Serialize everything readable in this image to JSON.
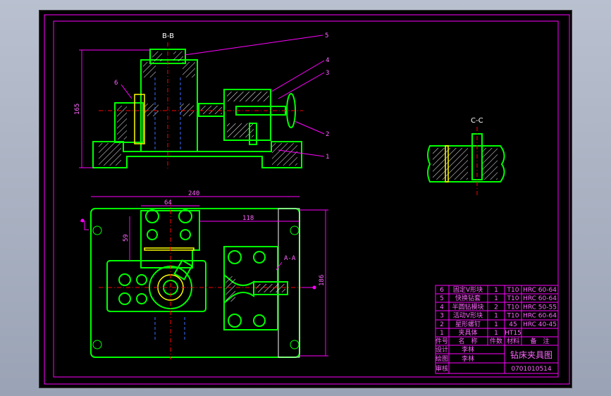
{
  "views": {
    "section_bb": "B-B",
    "section_cc": "C-C",
    "section_aa": "A-A"
  },
  "dimensions": {
    "height_165": "165",
    "width_240": "240",
    "width_64": "64",
    "width_118": "118",
    "height_59": "59",
    "height_186": "186"
  },
  "callouts": [
    "1",
    "2",
    "3",
    "4",
    "5",
    "6"
  ],
  "parts_table": {
    "rows": [
      {
        "no": "6",
        "name": "固定V形块",
        "qty": "1",
        "material": "T10",
        "note": "HRC 60-64"
      },
      {
        "no": "5",
        "name": "快换钻套",
        "qty": "1",
        "material": "T10",
        "note": "HRC 60-64"
      },
      {
        "no": "4",
        "name": "半圆钻模块",
        "qty": "2",
        "material": "T10",
        "note": "HRC 50-55"
      },
      {
        "no": "3",
        "name": "活动V形块",
        "qty": "1",
        "material": "T10",
        "note": "HRC 60-64"
      },
      {
        "no": "2",
        "name": "星形螺钉",
        "qty": "1",
        "material": "45",
        "note": "HRC 40-45"
      },
      {
        "no": "1",
        "name": "夹具体",
        "qty": "1",
        "material": "HT15",
        "note": ""
      }
    ],
    "header": {
      "no": "件号",
      "name": "名　称",
      "qty": "件数",
      "material": "材料",
      "note": "备　注"
    }
  },
  "title_block": {
    "design_label": "设计",
    "design_name": "李林",
    "draw_label": "绘图",
    "draw_name": "李林",
    "review_label": "审核",
    "drawing_title": "钻床夹具图",
    "drawing_number": "0701010514"
  }
}
